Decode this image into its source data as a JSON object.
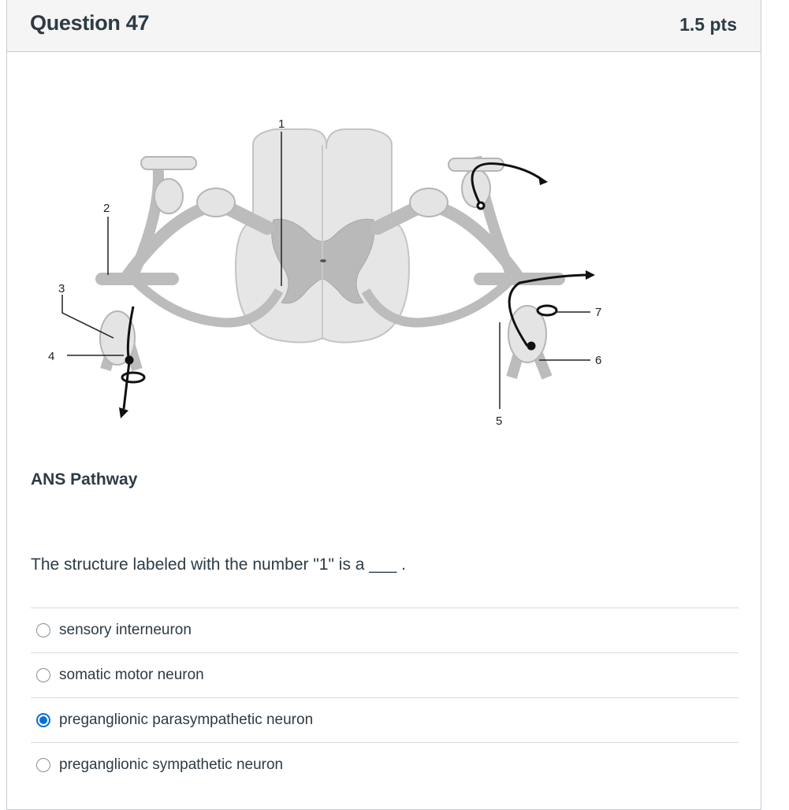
{
  "question": {
    "title": "Question 47",
    "points": "1.5 pts"
  },
  "figure": {
    "labels": [
      "1",
      "2",
      "3",
      "4",
      "5",
      "6",
      "7"
    ],
    "caption": "ANS Pathway"
  },
  "prompt": "The structure labeled with the number \"1\" is a ___ .",
  "answers": [
    {
      "label": "sensory interneuron",
      "selected": false
    },
    {
      "label": "somatic motor neuron",
      "selected": false
    },
    {
      "label": "preganglionic parasympathetic neuron",
      "selected": true
    },
    {
      "label": "preganglionic sympathetic neuron",
      "selected": false
    }
  ],
  "colors": {
    "accent": "#0770d6",
    "text": "#2d3b45",
    "header_bg": "#f5f5f5"
  }
}
